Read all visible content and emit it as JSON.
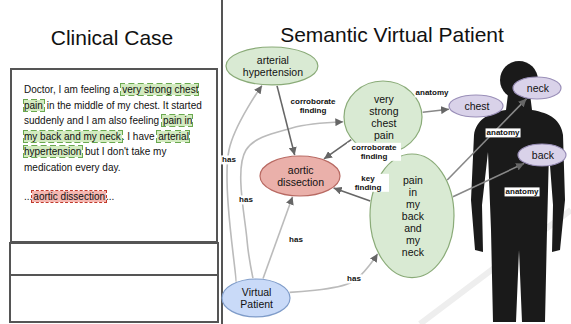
{
  "diagram": {
    "nodes": [
      {
        "text": [
          "Doctor, I am feeling a very strong chest pain in the middle of my chest. It started suddenly and I am also feeling pain in my back and my neck. I have arterial hypertension but I don't take my medication every day.",
          "...aortic dissection..."
        ]
      },
      {
        "text": [
          "arterial hypertension"
        ]
      },
      {
        "text": [
          "very strong chest pain"
        ]
      },
      {
        "text": [
          "chest"
        ]
      },
      {
        "text": [
          "neck"
        ]
      },
      {
        "text": [
          "aortic dissection"
        ]
      },
      {
        "text": [
          "back"
        ]
      },
      {
        "text": [
          "pain in my back and my neck"
        ]
      },
      {
        "text": [
          "Virtual Patient"
        ]
      }
    ],
    "edges": [
      {
        "from": 8,
        "to": 1,
        "label": "has",
        "arrow": "to"
      },
      {
        "from": 8,
        "to": 2,
        "label": "has",
        "arrow": "to"
      },
      {
        "from": 8,
        "to": 5,
        "label": "has",
        "arrow": "to"
      },
      {
        "from": 8,
        "to": 7,
        "label": "has",
        "arrow": "to"
      },
      {
        "from": 1,
        "to": 5,
        "label": "corroborate finding",
        "arrow": "to"
      },
      {
        "from": 2,
        "to": 5,
        "label": "corroborate finding",
        "arrow": "to"
      },
      {
        "from": 7,
        "to": 5,
        "label": "key finding",
        "arrow": "to"
      },
      {
        "from": 2,
        "to": 3,
        "label": "anatomy",
        "arrow": "to"
      },
      {
        "from": 7,
        "to": 4,
        "label": "anatomy",
        "arrow": "to"
      },
      {
        "from": 7,
        "to": 6,
        "label": "anatomy",
        "arrow": "to"
      }
    ],
    "labels": [
      "Clinical Case",
      "Semantic Virtual Patient"
    ]
  }
}
